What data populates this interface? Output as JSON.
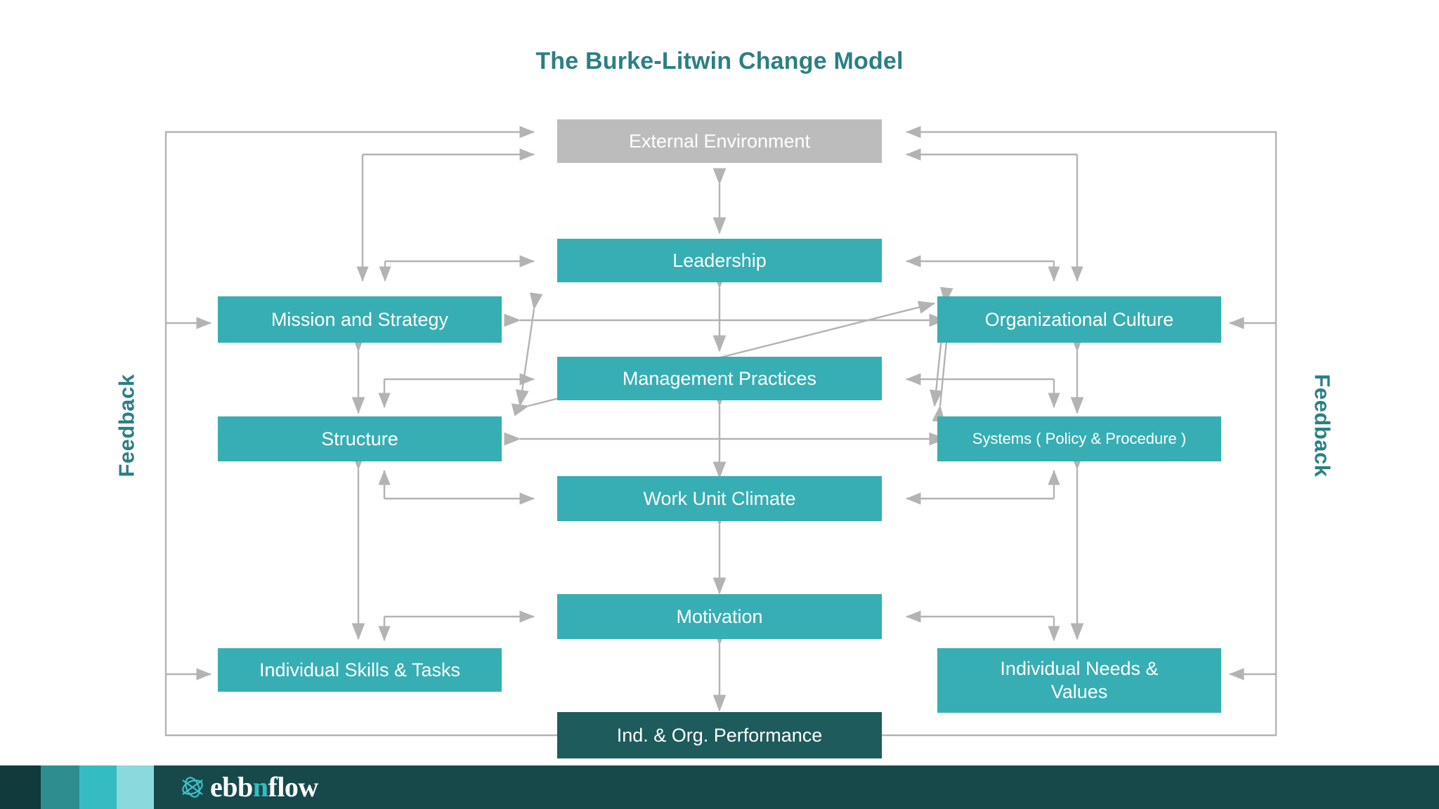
{
  "title": "The Burke-Litwin Change Model",
  "colors": {
    "title": "#2b7f83",
    "teal_box": "#36aeb4",
    "gray_box": "#bcbcbc",
    "dark_box": "#1d5b5c",
    "arrow": "#b3b3b3",
    "footer_bar": "#17494b",
    "swatch_1": "#113a3c",
    "swatch_2": "#2e8e8f",
    "swatch_3": "#35bcc2",
    "swatch_4": "#8ad9dd"
  },
  "labels": {
    "feedback_left": "Feedback",
    "feedback_right": "Feedback"
  },
  "nodes": {
    "external_environment": "External Environment",
    "leadership": "Leadership",
    "mission_and_strategy": "Mission and Strategy",
    "organizational_culture": "Organizational Culture",
    "management_practices": "Management Practices",
    "structure": "Structure",
    "systems": "Systems ( Policy & Procedure )",
    "work_unit_climate": "Work Unit Climate",
    "motivation": "Motivation",
    "individual_skills_tasks": "Individual Skills & Tasks",
    "individual_needs_values_line1": "Individual Needs &",
    "individual_needs_values_line2": "Values",
    "performance": "Ind. & Org. Performance"
  },
  "footer": {
    "logo_name": "ebbnflow",
    "logo_prefix": "ebb",
    "logo_accent": "n",
    "logo_suffix": "flow"
  },
  "chart_data": {
    "type": "diagram",
    "title": "The Burke-Litwin Change Model",
    "nodes": [
      {
        "id": "external_environment",
        "label": "External Environment",
        "column": "center",
        "tier": 1,
        "style": "gray"
      },
      {
        "id": "leadership",
        "label": "Leadership",
        "column": "center",
        "tier": 2,
        "style": "teal"
      },
      {
        "id": "mission_and_strategy",
        "label": "Mission and Strategy",
        "column": "left",
        "tier": 3,
        "style": "teal"
      },
      {
        "id": "organizational_culture",
        "label": "Organizational Culture",
        "column": "right",
        "tier": 3,
        "style": "teal"
      },
      {
        "id": "management_practices",
        "label": "Management Practices",
        "column": "center",
        "tier": 4,
        "style": "teal"
      },
      {
        "id": "structure",
        "label": "Structure",
        "column": "left",
        "tier": 5,
        "style": "teal"
      },
      {
        "id": "systems",
        "label": "Systems ( Policy & Procedure )",
        "column": "right",
        "tier": 5,
        "style": "teal"
      },
      {
        "id": "work_unit_climate",
        "label": "Work Unit Climate",
        "column": "center",
        "tier": 6,
        "style": "teal"
      },
      {
        "id": "motivation",
        "label": "Motivation",
        "column": "center",
        "tier": 7,
        "style": "teal"
      },
      {
        "id": "individual_skills_tasks",
        "label": "Individual Skills & Tasks",
        "column": "left",
        "tier": 8,
        "style": "teal"
      },
      {
        "id": "individual_needs_values",
        "label": "Individual Needs & Values",
        "column": "right",
        "tier": 8,
        "style": "teal"
      },
      {
        "id": "performance",
        "label": "Ind. & Org. Performance",
        "column": "center",
        "tier": 9,
        "style": "dark"
      }
    ],
    "edges": [
      {
        "from": "external_environment",
        "to": "leadership",
        "kind": "bidirectional"
      },
      {
        "from": "leadership",
        "to": "management_practices",
        "kind": "bidirectional"
      },
      {
        "from": "management_practices",
        "to": "work_unit_climate",
        "kind": "bidirectional"
      },
      {
        "from": "work_unit_climate",
        "to": "motivation",
        "kind": "bidirectional"
      },
      {
        "from": "motivation",
        "to": "performance",
        "kind": "bidirectional"
      },
      {
        "from": "mission_and_strategy",
        "to": "structure",
        "kind": "bidirectional"
      },
      {
        "from": "structure",
        "to": "systems",
        "kind": "bidirectional"
      },
      {
        "from": "organizational_culture",
        "to": "systems",
        "kind": "bidirectional"
      },
      {
        "from": "mission_and_strategy",
        "to": "organizational_culture",
        "kind": "bidirectional"
      },
      {
        "from": "mission_and_strategy",
        "to": "systems",
        "kind": "bidirectional"
      },
      {
        "from": "organizational_culture",
        "to": "management_practices",
        "kind": "bidirectional"
      },
      {
        "from": "individual_skills_tasks",
        "to": "mission_and_strategy",
        "kind": "bidirectional"
      },
      {
        "from": "external_environment",
        "to": "mission_and_strategy",
        "kind": "directed"
      },
      {
        "from": "external_environment",
        "to": "organizational_culture",
        "kind": "directed"
      },
      {
        "from": "leadership",
        "to": "mission_and_strategy",
        "kind": "directed"
      },
      {
        "from": "leadership",
        "to": "organizational_culture",
        "kind": "directed"
      },
      {
        "from": "mission_and_strategy",
        "to": "management_practices",
        "kind": "directed"
      },
      {
        "from": "structure",
        "to": "work_unit_climate",
        "kind": "directed"
      },
      {
        "from": "systems",
        "to": "work_unit_climate",
        "kind": "directed"
      },
      {
        "from": "individual_skills_tasks",
        "to": "motivation",
        "kind": "directed"
      },
      {
        "from": "individual_needs_values",
        "to": "motivation",
        "kind": "directed"
      },
      {
        "from": "performance",
        "to": "external_environment",
        "kind": "feedback-left"
      },
      {
        "from": "performance",
        "to": "external_environment",
        "kind": "feedback-right"
      }
    ],
    "annotations": [
      "Feedback (left loop)",
      "Feedback (right loop)"
    ]
  }
}
